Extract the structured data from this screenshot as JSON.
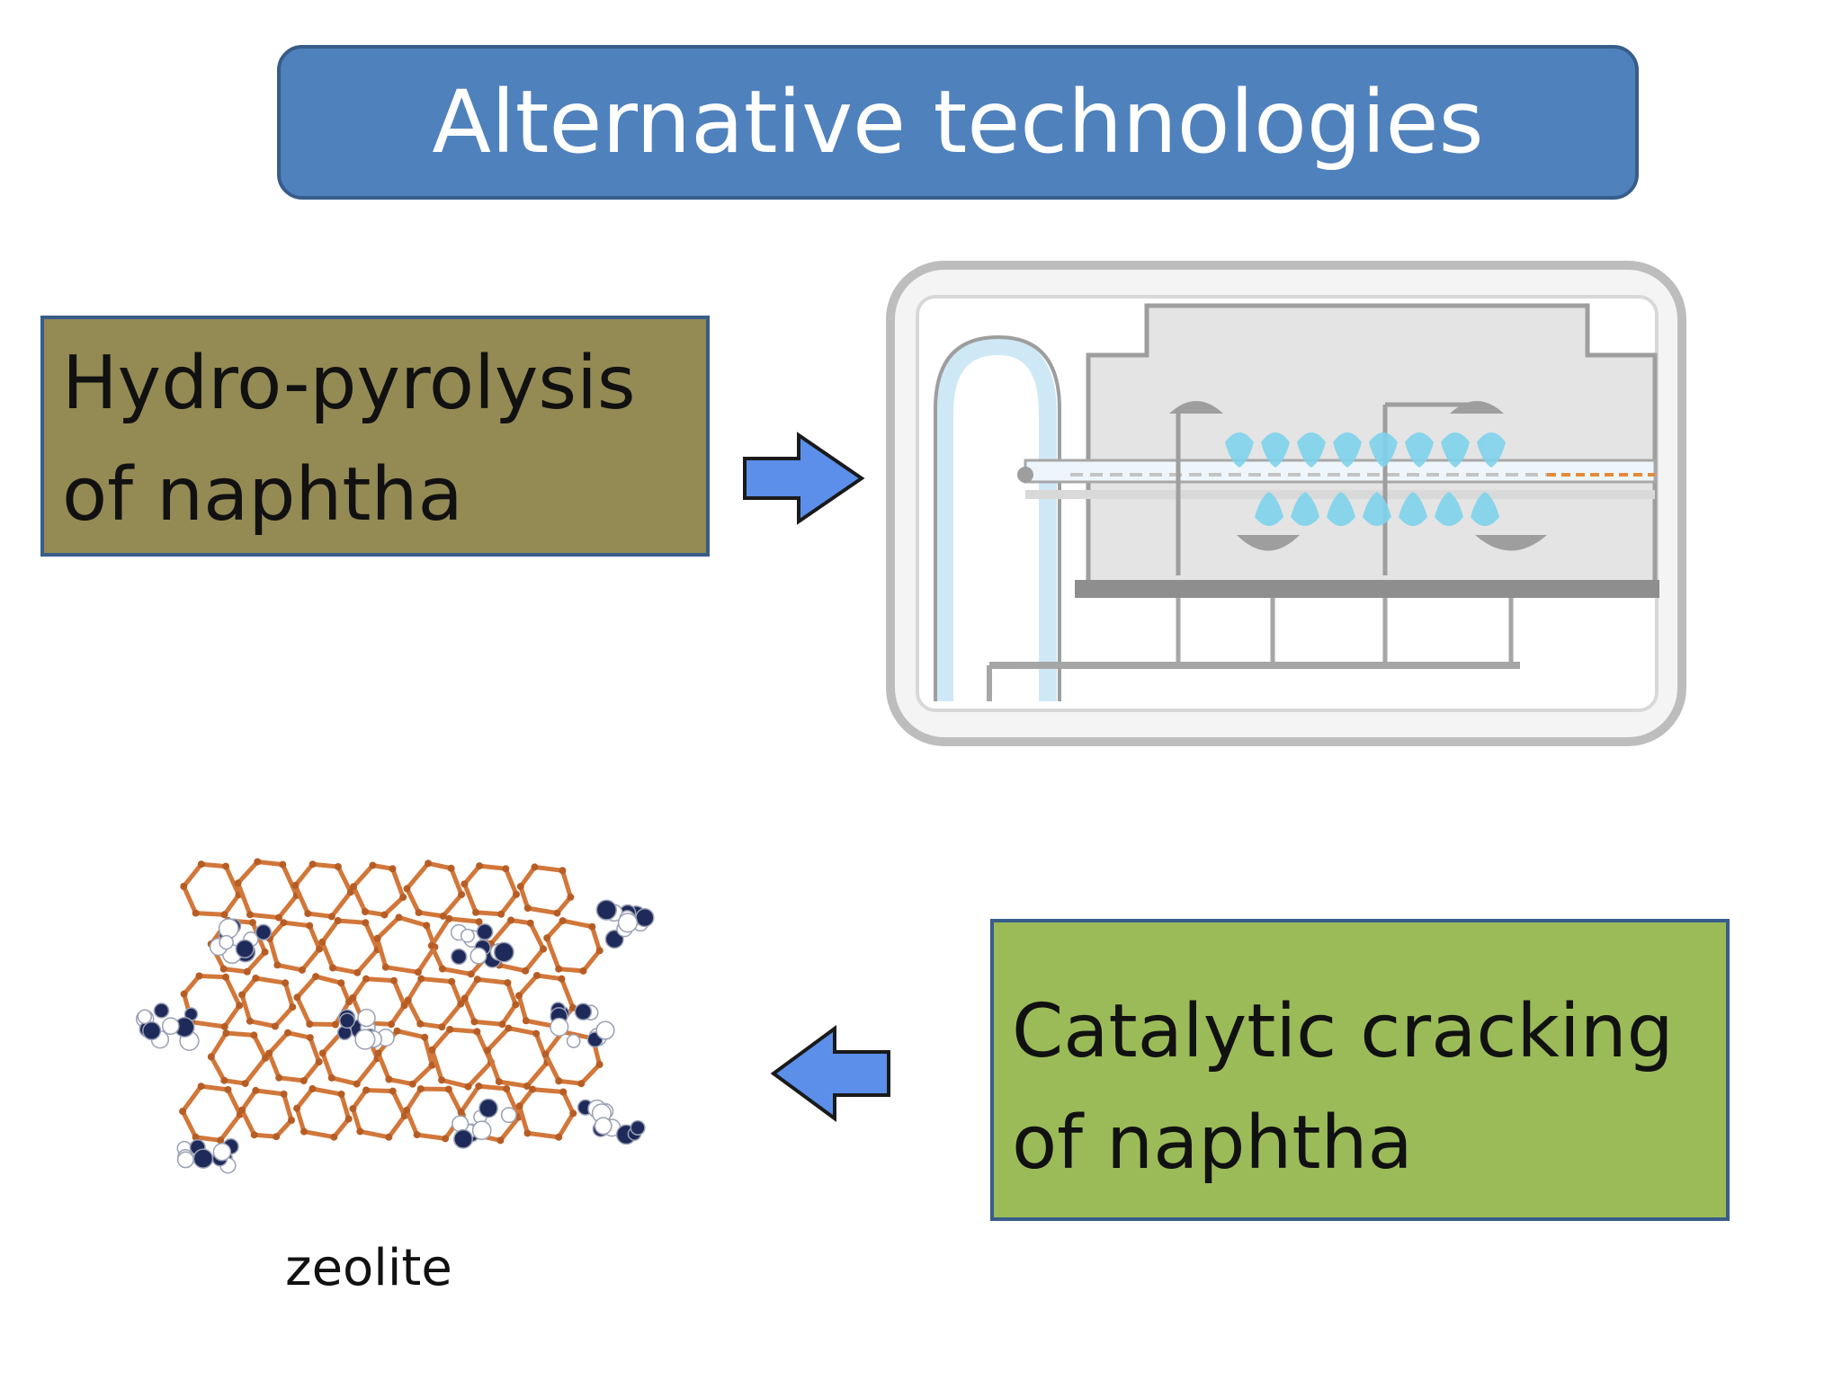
{
  "title": "Alternative technologies",
  "hydro_pyrolysis": {
    "label": "Hydro-pyrolysis\nof naphtha"
  },
  "catalytic_cracking": {
    "label": "Catalytic cracking\nof naphtha"
  },
  "zeolite": {
    "caption": "zeolite"
  },
  "colors": {
    "title_fill": "#4f81bd",
    "title_border": "#385d8a",
    "hydro_fill": "#948a54",
    "cracking_fill": "#9bbb59",
    "arrow_fill": "#5b8fe9",
    "zeolite_frame": "#d2773a",
    "molecule_dark": "#1e2a5a"
  },
  "icons": [
    "arrow-right-icon",
    "arrow-left-icon",
    "reactor-illustration",
    "zeolite-illustration"
  ]
}
